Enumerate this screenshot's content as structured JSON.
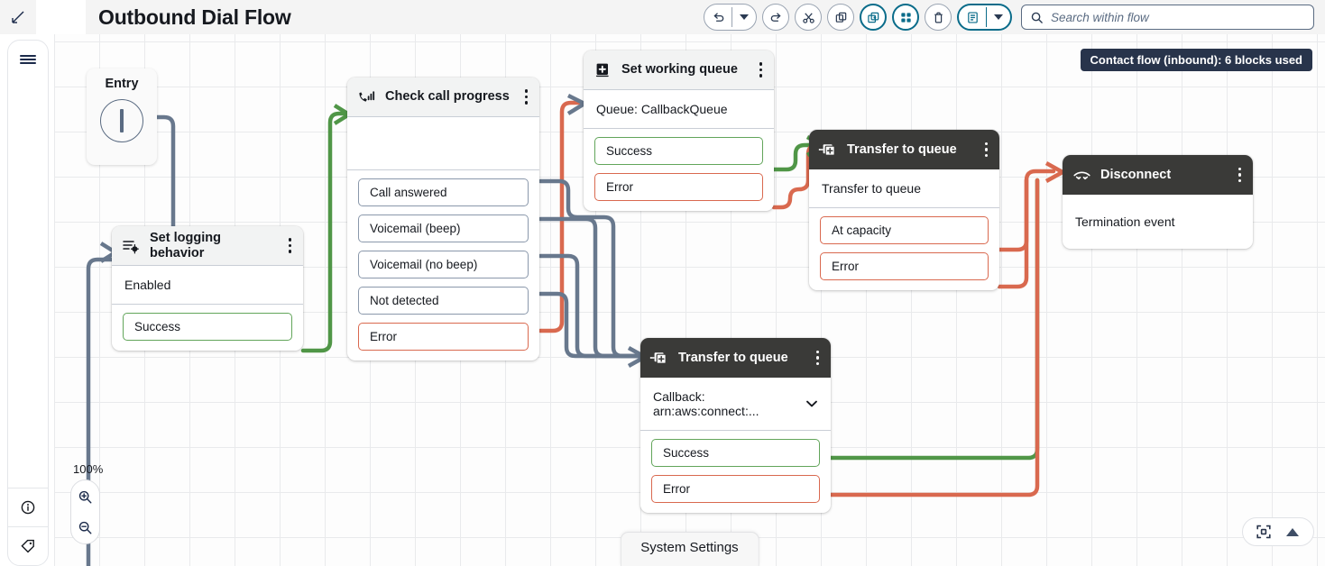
{
  "header": {
    "edit_icon": "pencil-icon",
    "title": "Outbound Dial Flow",
    "toolbar": [
      {
        "name": "undo-button",
        "icon": "undo-icon"
      },
      {
        "name": "undo-dropdown-button",
        "icon": "caret-down-icon"
      },
      {
        "name": "redo-button",
        "icon": "redo-icon"
      },
      {
        "name": "cut-button",
        "icon": "scissors-icon"
      },
      {
        "name": "copy-button",
        "icon": "copy-icon"
      },
      {
        "name": "duplicate-button",
        "icon": "duplicate-add-icon"
      },
      {
        "name": "arrange-blocks-button",
        "icon": "grid-apps-icon"
      },
      {
        "name": "delete-button",
        "icon": "trash-icon"
      },
      {
        "name": "notes-button",
        "icon": "notes-icon"
      },
      {
        "name": "notes-dropdown-button",
        "icon": "caret-down-icon"
      }
    ],
    "search": {
      "icon": "search-icon",
      "placeholder": "Search within flow",
      "value": ""
    }
  },
  "sidebar": {
    "menu_icon": "hamburger-menu-icon",
    "items": [
      {
        "name": "sidebar-item-info",
        "icon": "info-circle-icon"
      },
      {
        "name": "sidebar-item-tags",
        "icon": "tag-icon"
      }
    ]
  },
  "canvas": {
    "blocks_badge": "Contact flow (inbound): 6 blocks used",
    "zoom_level": "100%",
    "zoom_in_icon": "zoom-in-icon",
    "zoom_out_icon": "zoom-out-icon",
    "fit_icon": "fit-to-screen-icon",
    "collapse_icon": "triangle-up-icon",
    "system_settings_label": "System Settings"
  },
  "nodes": {
    "entry": {
      "label": "Entry",
      "icon": "entry-port-icon"
    },
    "set_logging": {
      "title": "Set logging behavior",
      "icon": "set-logging-behavior-icon",
      "body": "Enabled",
      "ports": [
        {
          "label": "Success",
          "kind": "success"
        }
      ]
    },
    "check_call": {
      "title": "Check call progress",
      "icon": "check-call-progress-icon",
      "body": "",
      "ports": [
        {
          "label": "Call answered",
          "kind": "neutral"
        },
        {
          "label": "Voicemail (beep)",
          "kind": "neutral"
        },
        {
          "label": "Voicemail (no beep)",
          "kind": "neutral"
        },
        {
          "label": "Not detected",
          "kind": "neutral"
        },
        {
          "label": "Error",
          "kind": "error"
        }
      ]
    },
    "set_working_queue": {
      "title": "Set working queue",
      "icon": "set-working-queue-icon",
      "body": "Queue: CallbackQueue",
      "ports": [
        {
          "label": "Success",
          "kind": "success"
        },
        {
          "label": "Error",
          "kind": "error"
        }
      ]
    },
    "transfer_queue_top": {
      "title": "Transfer to queue",
      "icon": "transfer-to-queue-icon",
      "body": "Transfer to queue",
      "ports": [
        {
          "label": "At capacity",
          "kind": "error"
        },
        {
          "label": "Error",
          "kind": "error"
        }
      ]
    },
    "transfer_queue_bottom": {
      "title": "Transfer to queue",
      "icon": "transfer-to-queue-icon",
      "body": "Callback: arn:aws:connect:...",
      "body_chevron": "chevron-down-icon",
      "ports": [
        {
          "label": "Success",
          "kind": "success"
        },
        {
          "label": "Error",
          "kind": "error"
        }
      ]
    },
    "disconnect": {
      "title": "Disconnect",
      "icon": "phone-hangup-icon",
      "body": "Termination event",
      "ports": []
    }
  },
  "colors": {
    "edge_neutral": "#68788d",
    "edge_success": "#509647",
    "edge_error": "#d9694f",
    "header_dark": "#3a3a38",
    "header_light": "#f2f3f3",
    "badge_bg": "#28344b",
    "accent": "#0a6c8a"
  }
}
